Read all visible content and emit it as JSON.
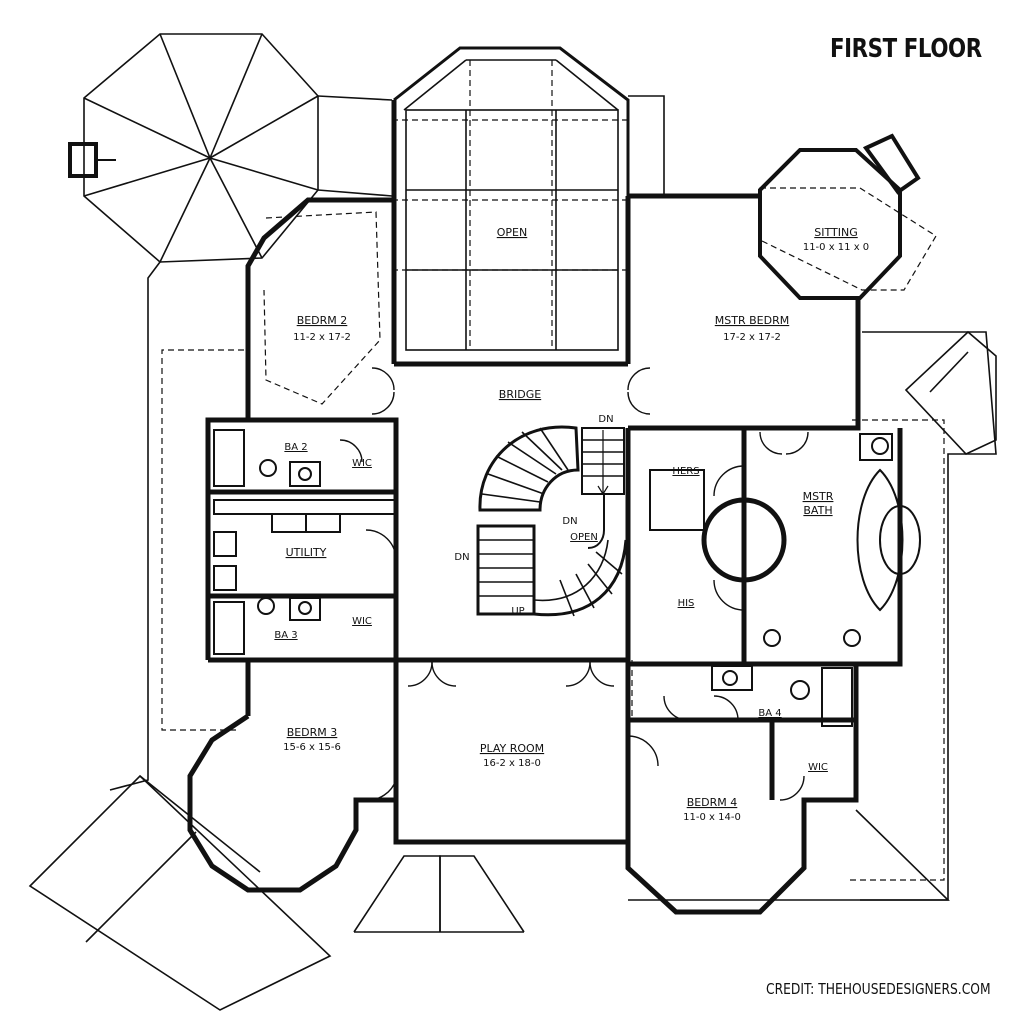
{
  "title": "FIRST FLOOR",
  "credit": "CREDIT: THEHOUSEDESIGNERS.COM",
  "rooms": {
    "open": "OPEN",
    "sitting": {
      "name": "SITTING",
      "dims": "11-0 x 11 x 0"
    },
    "master_bedroom": {
      "name": "MSTR BEDRM",
      "dims": "17-2 x 17-2"
    },
    "bedroom2": {
      "name": "BEDRM 2",
      "dims": "11-2 x 17-2"
    },
    "bridge": "BRIDGE",
    "bath2": "BA 2",
    "wic_bath2": "WIC",
    "utility": "UTILITY",
    "bath3": "BA 3",
    "wic_bath3": "WIC",
    "hers": "HERS",
    "his": "HIS",
    "master_bath": {
      "line1": "MSTR",
      "line2": "BATH"
    },
    "dn_top": "DN",
    "dn_open": "DN",
    "open_stair": "OPEN",
    "dn_left": "DN",
    "up": "UP",
    "bedroom3": {
      "name": "BEDRM 3",
      "dims": "15-6 x 15-6"
    },
    "play_room": {
      "name": "PLAY ROOM",
      "dims": "16-2 x 18-0"
    },
    "bath4": "BA 4",
    "wic_bath4": "WIC",
    "bedroom4": {
      "name": "BEDRM 4",
      "dims": "11-0 x 14-0"
    }
  }
}
